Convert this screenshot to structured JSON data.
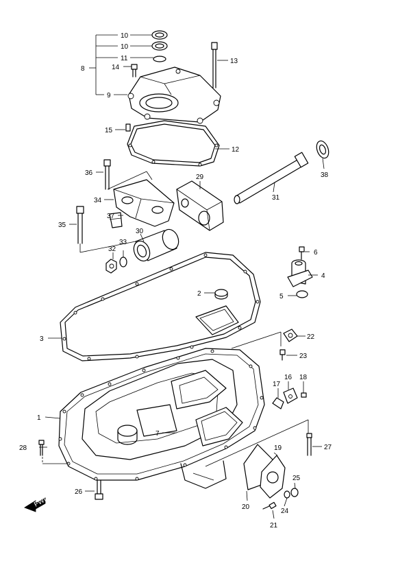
{
  "callouts": [
    "1",
    "2",
    "3",
    "4",
    "5",
    "6",
    "7",
    "8",
    "9",
    "10",
    "10",
    "11",
    "12",
    "13",
    "14",
    "15",
    "16",
    "17",
    "18",
    "19",
    "20",
    "21",
    "22",
    "23",
    "24",
    "25",
    "26",
    "27",
    "28",
    "29",
    "30",
    "31",
    "32",
    "33",
    "34",
    "35",
    "36",
    "37",
    "38"
  ],
  "fwd_label": "FWD"
}
